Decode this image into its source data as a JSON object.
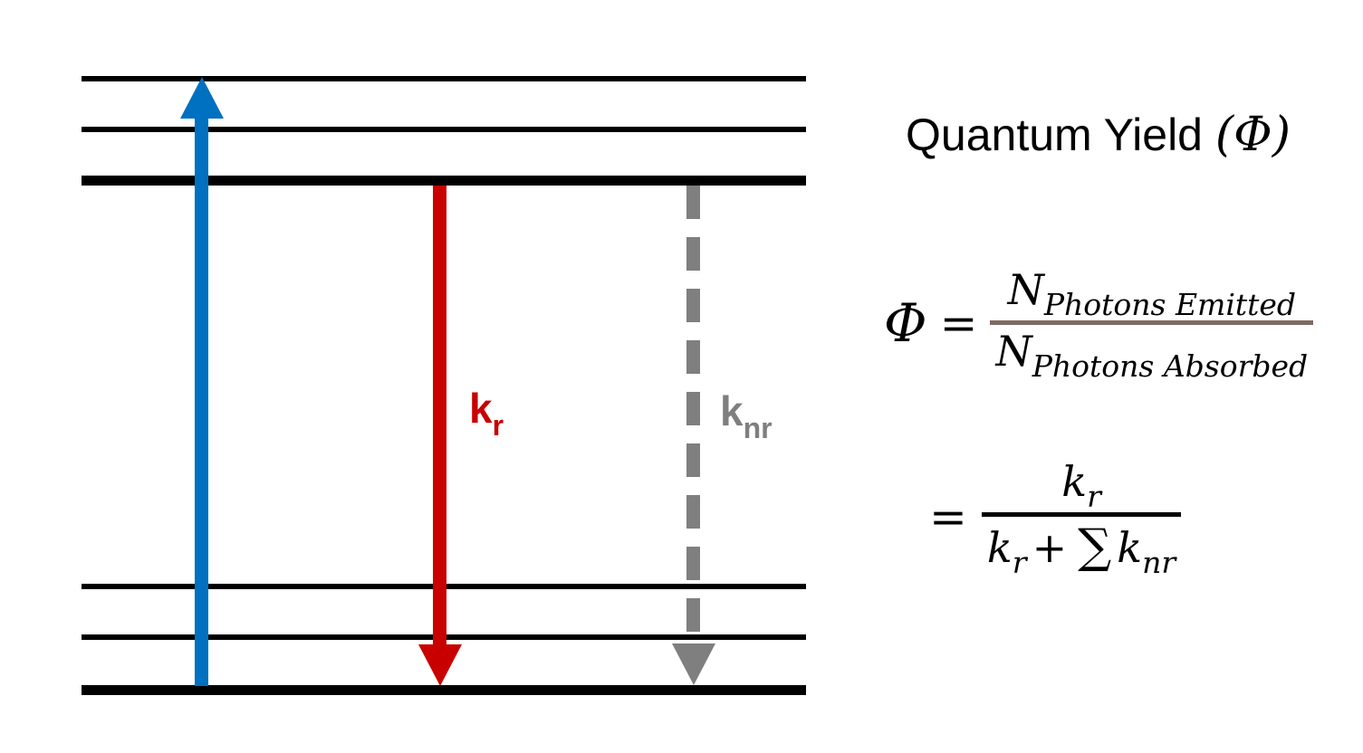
{
  "colors": {
    "blue": "#0070C0",
    "red": "#C80000",
    "gray": "#7F7F7F",
    "frac_bar": "#7E6A62",
    "ink": "#000000"
  },
  "diagram": {
    "radiative_label": {
      "base": "k",
      "sub": "r"
    },
    "nonradiative_label": {
      "base": "k",
      "sub": "nr"
    }
  },
  "panel": {
    "title_text": "Quantum Yield",
    "title_symbol": "(Φ)",
    "formula1": {
      "lhs": "Φ",
      "equals": "=",
      "num_base": "N",
      "num_sub": "Photons Emitted",
      "den_base": "N",
      "den_sub": "Photons Absorbed"
    },
    "formula2": {
      "equals": "=",
      "num_base": "k",
      "num_sub": "r",
      "den_k1_base": "k",
      "den_k1_sub": "r",
      "den_plus": "+",
      "den_sum": "∑",
      "den_k2_base": "k",
      "den_k2_sub": "nr"
    }
  }
}
